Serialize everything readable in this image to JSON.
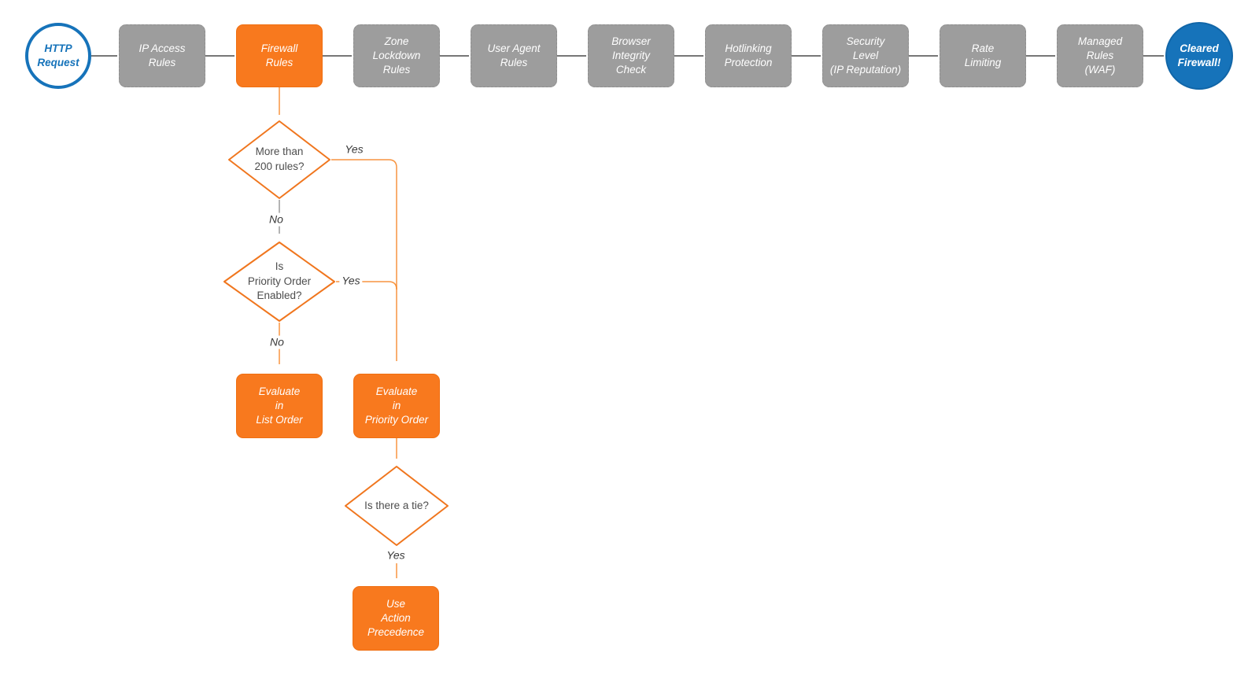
{
  "flow": {
    "start": {
      "label": "HTTP\nRequest"
    },
    "pipeline": [
      {
        "label": "IP Access\nRules",
        "highlighted": false
      },
      {
        "label": "Firewall\nRules",
        "highlighted": true
      },
      {
        "label": "Zone\nLockdown\nRules",
        "highlighted": false
      },
      {
        "label": "User Agent\nRules",
        "highlighted": false
      },
      {
        "label": "Browser\nIntegrity\nCheck",
        "highlighted": false
      },
      {
        "label": "Hotlinking\nProtection",
        "highlighted": false
      },
      {
        "label": "Security\nLevel\n(IP Reputation)",
        "highlighted": false
      },
      {
        "label": "Rate\nLimiting",
        "highlighted": false
      },
      {
        "label": "Managed\nRules\n(WAF)",
        "highlighted": false
      }
    ],
    "end": {
      "label": "Cleared\nFirewall!"
    },
    "decisions": [
      {
        "label": "More than\n200 rules?"
      },
      {
        "label": "Is\nPriority Order\nEnabled?"
      },
      {
        "label": "Is there a tie?"
      }
    ],
    "actions": [
      {
        "label": "Evaluate\nin\nList Order"
      },
      {
        "label": "Evaluate\nin\nPriority Order"
      },
      {
        "label": "Use\nAction\nPrecedence"
      }
    ],
    "edge_labels": {
      "d1_yes": "Yes",
      "d1_no": "No",
      "d2_yes": "Yes",
      "d2_no": "No",
      "d3_yes": "Yes"
    }
  },
  "colors": {
    "accent_orange": "#F8791E",
    "connector_orange": "#F6821F",
    "node_gray": "#9D9D9D",
    "brand_blue": "#1673BA",
    "arrow_dark_gray": "#4A4A4A",
    "diamond_stroke": "#F0761E",
    "node_text_white": "#FFFFFF",
    "diamond_text": "#4D4D4D"
  }
}
